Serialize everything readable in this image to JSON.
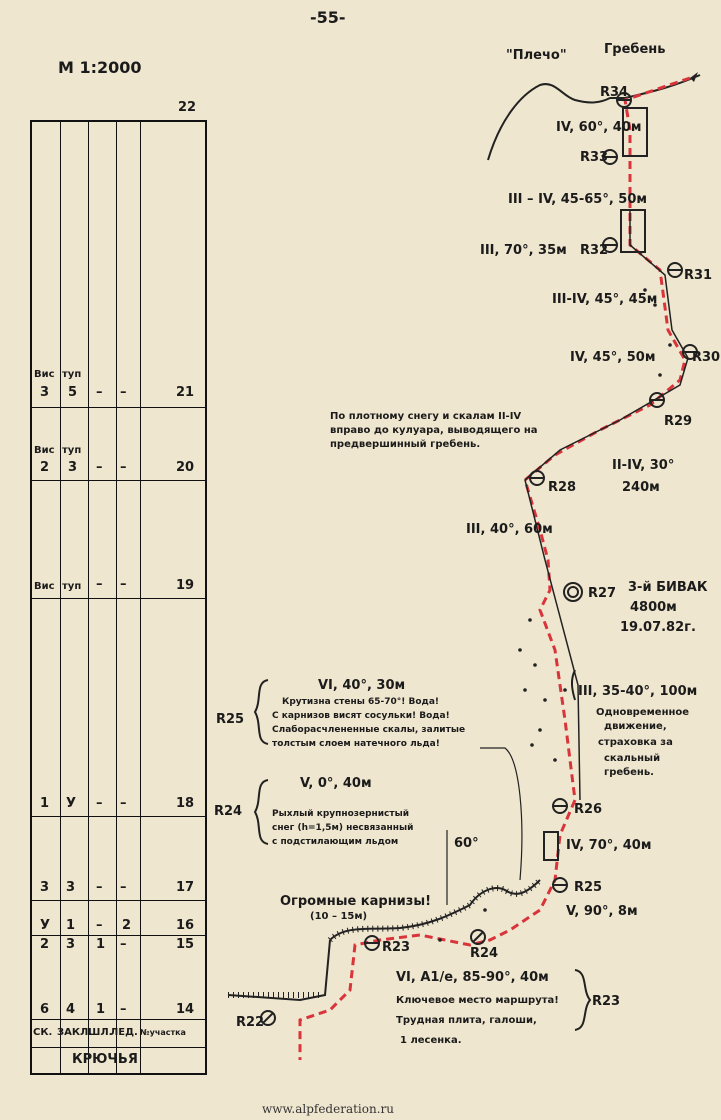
{
  "page_number": "-55-",
  "scale": "М 1:2000",
  "table": {
    "top_pitch": "22",
    "rows": [
      {
        "pitch": "21",
        "header": [
          "Вис",
          "туп"
        ],
        "values": [
          "3",
          "5",
          "–",
          "–"
        ]
      },
      {
        "pitch": "20",
        "header": [
          "Вис",
          "туп"
        ],
        "values": [
          "2",
          "3",
          "–",
          "–"
        ]
      },
      {
        "pitch": "19",
        "values": [
          "Вис",
          "туп",
          "–",
          "–"
        ]
      },
      {
        "pitch": "18",
        "values": [
          "1",
          "У",
          "–",
          "–"
        ]
      },
      {
        "pitch": "17",
        "values": [
          "3",
          "3",
          "–",
          "–"
        ]
      },
      {
        "pitch": "16",
        "values": [
          "У",
          "1",
          "–",
          "2"
        ]
      },
      {
        "pitch": "15",
        "values": [
          "2",
          "3",
          "1",
          "–"
        ]
      },
      {
        "pitch": "14",
        "values": [
          "6",
          "4",
          "1",
          "–"
        ]
      }
    ],
    "columns": [
      "СК.",
      "ЗАКЛ.",
      "ШЛ.",
      "ЛЕД.",
      "№участка"
    ],
    "footer_label": "КРЮЧЬЯ"
  },
  "labels": {
    "plecho": "\"Плечо\"",
    "greben": "Гребень",
    "r34": "R34",
    "r33": "R33",
    "r32": "R32",
    "r31": "R31",
    "r30": "R30",
    "r29": "R29",
    "r28": "R28",
    "r27": "R27",
    "r26": "R26",
    "r25": "R25",
    "r24": "R24",
    "r23": "R23",
    "r22": "R22",
    "s22": "IV, 60°, 40м",
    "s21": "III – IV, 45-65°, 50м",
    "s20": "III, 70°, 35м",
    "s19": "III-IV, 45°, 45м",
    "s18b": "IV, 45°, 50м",
    "note_snow": [
      "По плотному снегу и скалам II-IV",
      "вправо до кулуара, выводящего на",
      "предвершинный гребень."
    ],
    "s_2iv": "II-IV, 30°",
    "s_240": "240м",
    "s_iii40": "III, 40°, 60м",
    "bivouac": [
      "3-й БИВАК",
      "4800м",
      "19.07.82г."
    ],
    "s_iii35": "III, 35-40°, 100м",
    "note_comb": [
      "Одновременное",
      "движение,",
      "страховка за",
      "скальный",
      "гребень."
    ],
    "s_vi40": "VI, 40°, 30м",
    "note_vi": [
      "Крутизна стены 65-70°! Вода!",
      "С карнизов висят сосульки! Вода!",
      "Слаборасчлененные скалы, залитые",
      "толстым слоем натечного льда!"
    ],
    "r25_left": "R25",
    "s_v0": "V, 0°, 40м",
    "note_v": [
      "Рыхлый крупнозернистый",
      "снег (h=1,5м) несвязанный",
      "с подстилающим льдом"
    ],
    "v60": "60°",
    "r24_left": "R24",
    "s_iv70": "IV, 70°, 40м",
    "s_v90": "V, 90°, 8м",
    "cornices": [
      "Огромные карнизы!",
      "(10 – 15м)"
    ],
    "s_vi_a": "VI, A1/e, 85-90°, 40м",
    "note_key": [
      "Ключевое место маршрута!",
      "Трудная плита, галоши,",
      "1 лесенка."
    ],
    "r23_right": "R23"
  },
  "footer": "www.alpfederation.ru",
  "colors": {
    "paper": "#efe6cf",
    "ink": "#1b1b1b",
    "route": "#d8343a"
  }
}
